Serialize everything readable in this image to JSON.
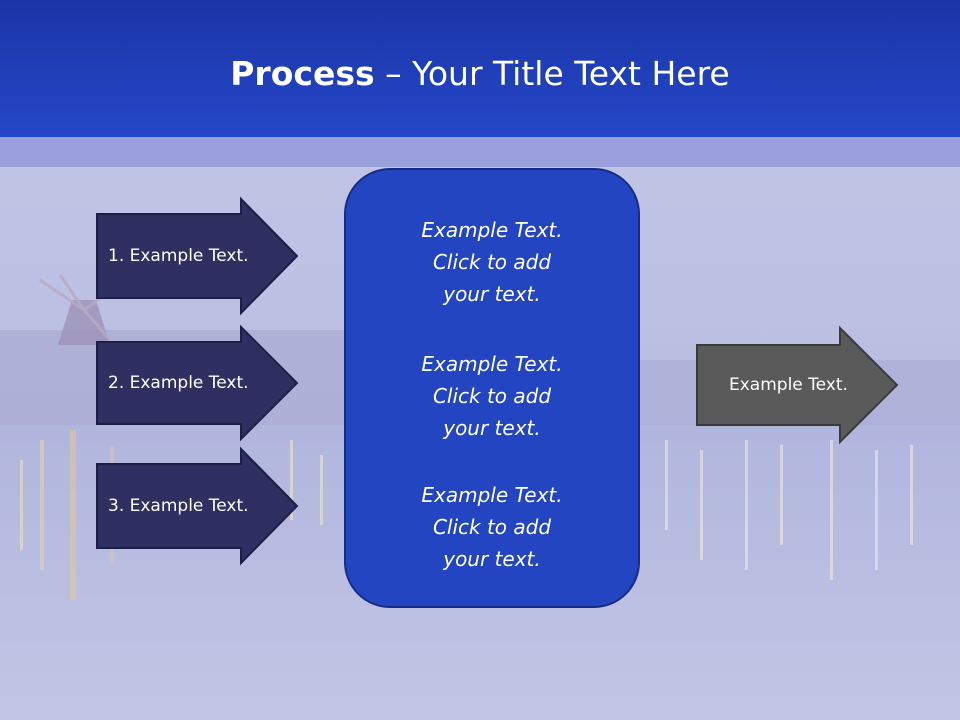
{
  "title": {
    "bold": "Process",
    "rest": " – Your Title Text Here"
  },
  "steps": [
    {
      "label": "1. Example Text."
    },
    {
      "label": "2. Example Text."
    },
    {
      "label": "3. Example Text."
    }
  ],
  "center_blocks": [
    {
      "line1": "Example Text.",
      "line2": "Click  to add",
      "line3": "your text."
    },
    {
      "line1": "Example Text.",
      "line2": "Click  to add",
      "line3": "your text."
    },
    {
      "line1": "Example Text.",
      "line2": "Click  to add",
      "line3": "your text."
    }
  ],
  "output": {
    "label": "Example Text."
  },
  "colors": {
    "header": "#2447c8",
    "step_arrow_fill": "#2f3061",
    "center_box_fill": "#2345c2",
    "output_arrow_fill": "#5a5a5a"
  }
}
